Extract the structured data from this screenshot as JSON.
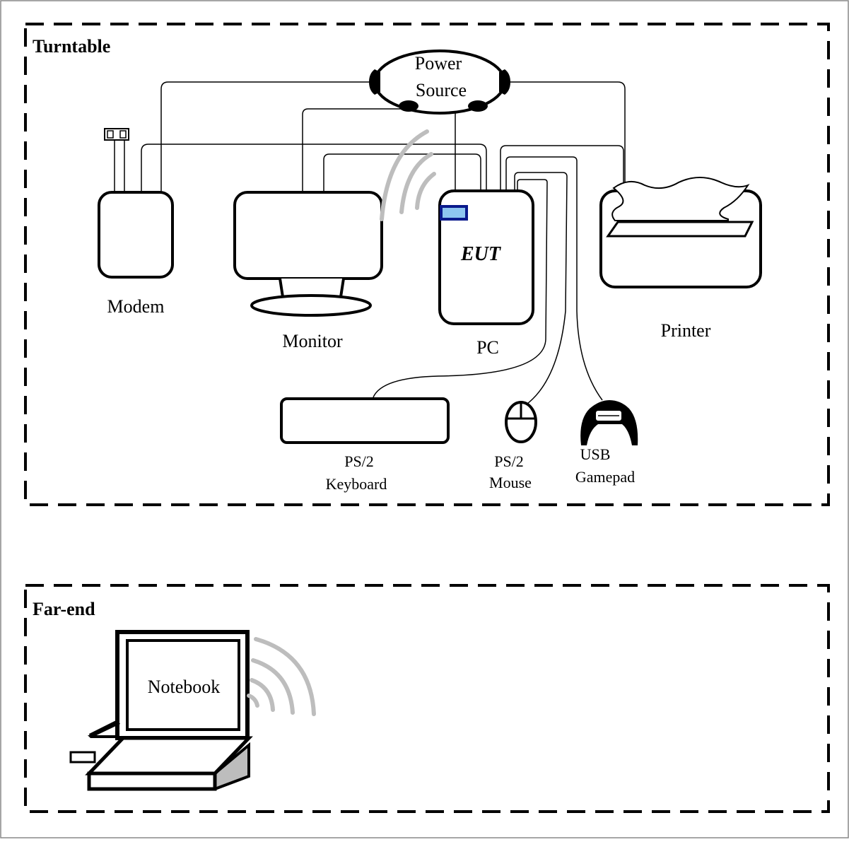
{
  "zones": {
    "turntable": {
      "label": "Turntable"
    },
    "far_end": {
      "label": "Far-end"
    }
  },
  "devices": {
    "power_source": {
      "line1": "Power",
      "line2": "Source"
    },
    "modem": {
      "label": "Modem"
    },
    "monitor": {
      "label": "Monitor"
    },
    "pc": {
      "label": "PC",
      "inner_label": "EUT"
    },
    "printer": {
      "label": "Printer"
    },
    "keyboard": {
      "line1": "PS/2",
      "line2": "Keyboard"
    },
    "mouse": {
      "line1": "PS/2",
      "line2": "Mouse"
    },
    "gamepad": {
      "line1": "USB",
      "line2": "Gamepad"
    },
    "notebook": {
      "label": "Notebook"
    }
  },
  "colors": {
    "line": "#000000",
    "wireless_waves": "#bdbdbd",
    "wifi_module_fill": "#8ec6f0",
    "wifi_module_border": "#0a1a8c",
    "notebook_side": "#bdbdbd"
  }
}
